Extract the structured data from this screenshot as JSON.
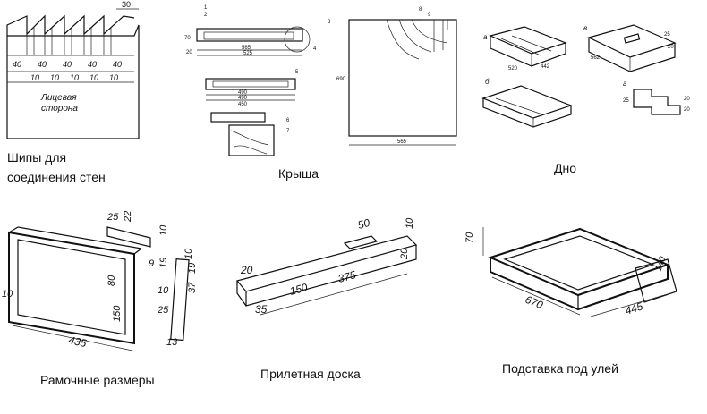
{
  "captions": {
    "tenons_line1": "Шипы для",
    "tenons_line2": "соединения стен",
    "roof": "Крыша",
    "bottom": "Дно",
    "frame": "Рамочные размеры",
    "landing_board": "Прилетная доска",
    "stand": "Подставка под улей"
  },
  "tenons_drawing": {
    "top_dim": "30",
    "row_dims": [
      "40",
      "40",
      "40",
      "40",
      "40"
    ],
    "gap_dims": [
      "10",
      "10",
      "10",
      "10",
      "10"
    ],
    "face_label_line1": "Лицевая",
    "face_label_line2": "сторона"
  },
  "roof_drawing": {
    "dims": [
      "70",
      "565",
      "525",
      "20",
      "490",
      "490",
      "450",
      "565",
      "690"
    ],
    "callouts": [
      "1",
      "2",
      "3",
      "4",
      "5",
      "6",
      "7",
      "8",
      "9"
    ]
  },
  "bottom_drawing": {
    "labels": [
      "а",
      "б",
      "в",
      "г"
    ],
    "dims": [
      "520",
      "442",
      "25",
      "20",
      "562",
      "25",
      "20",
      "20"
    ]
  },
  "frame_drawing": {
    "dims": [
      "25",
      "22",
      "10",
      "9",
      "19",
      "10",
      "19",
      "37",
      "80",
      "150",
      "25",
      "10",
      "10",
      "13",
      "435"
    ]
  },
  "landing_drawing": {
    "dims": [
      "50",
      "10",
      "20",
      "375",
      "150",
      "35",
      "20"
    ]
  },
  "stand_drawing": {
    "dims": [
      "70",
      "670",
      "445",
      "140"
    ]
  }
}
